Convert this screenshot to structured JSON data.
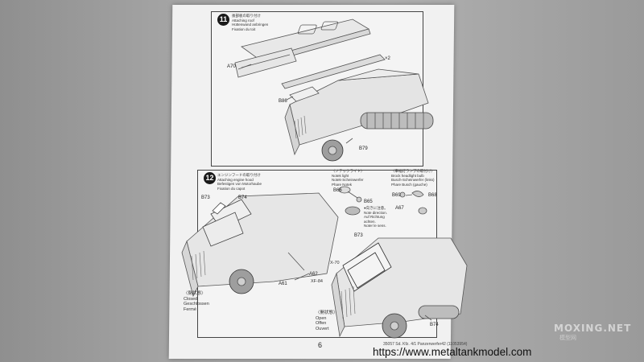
{
  "step11": {
    "number": "11",
    "title_lines": [
      "後部板の取り付け",
      "Attaching roof",
      "Hüttenwand anbringen",
      "Fixation du toit"
    ],
    "parts": {
      "a70": "A70",
      "b86": "B86",
      "b79": "B79",
      "x2": "×2"
    }
  },
  "step12": {
    "number": "12",
    "title_lines": [
      "エンジンフードの取り付け",
      "Attaching engine hood",
      "Befestigen von Motorhaube",
      "Fixation du capot"
    ],
    "parts": {
      "b73": "B73",
      "b74": "B74",
      "a61": "A61",
      "a62": "A62",
      "x70": "X-70",
      "xf84": "XF-84",
      "b73_open": "B73",
      "b74_open": "B74",
      "b66": "B66",
      "b65": "B65",
      "b69": "B69",
      "b68": "B68",
      "a67": "A67"
    },
    "callout_notek": [
      "〈ノテックライト〉",
      "Notek light",
      "Notek-Scheinwerfer",
      "Phare Notek"
    ],
    "callout_headlight": [
      "〈車幅灯ランプの取付け〉",
      "Brock headlight bulb",
      "Busch-Scheinwerfer (links)",
      "Phare Busch (gauche)"
    ],
    "note_lines": [
      "●向きに注意。",
      "Note direction.",
      "Auf Richtung",
      "achten.",
      "Noter le sens."
    ],
    "closed_lines": [
      "〈閉状態〉",
      "Closed",
      "Geschlossen",
      "Fermé"
    ],
    "open_lines": [
      "〈開状態〉",
      "Open",
      "Offen",
      "Ouvert"
    ]
  },
  "page": {
    "number": "6",
    "footer_code": "35057  Sd. Kfz. 4/1 Panzerwerfer42  (11053954)"
  },
  "watermark": {
    "brand": "MOXING.NET",
    "brand_cn": "模型网",
    "url": "https://www.metaltankmodel.com"
  }
}
